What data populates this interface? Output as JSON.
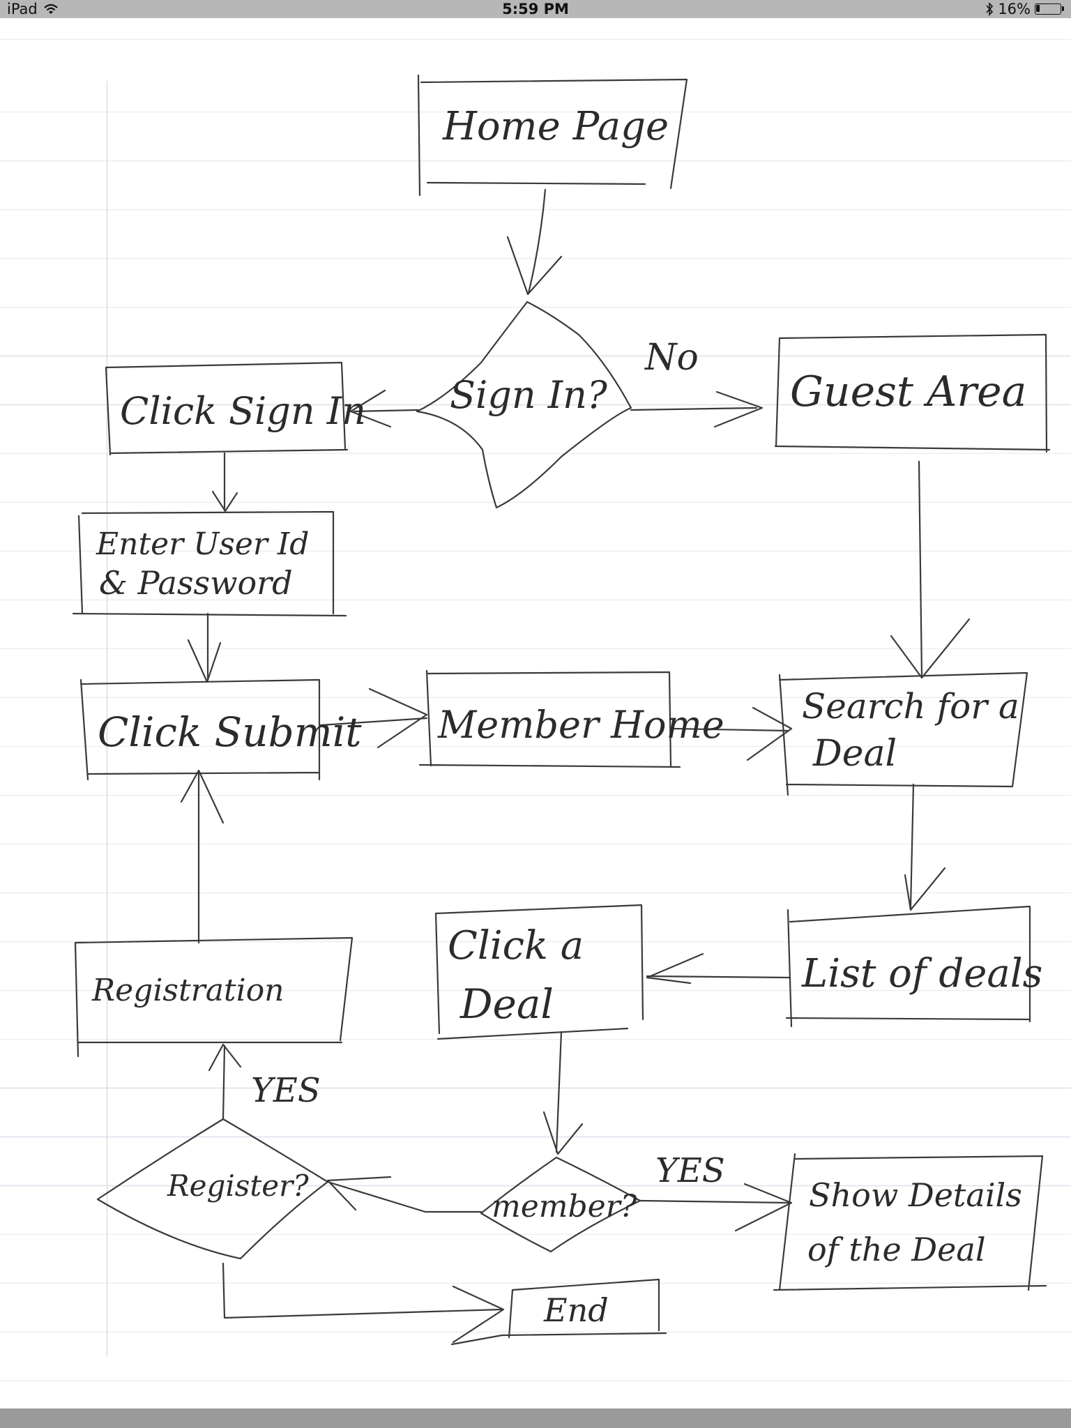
{
  "status_bar": {
    "device": "iPad",
    "time": "5:59 PM",
    "battery": "16%",
    "battery_level": 0.16,
    "icons": [
      "wifi-icon",
      "bluetooth-icon",
      "battery-icon"
    ]
  },
  "diagram": {
    "nodes": {
      "home_page": "Home Page",
      "sign_in": "Sign In?",
      "click_sign_in": "Click Sign In",
      "guest_area": "Guest Area",
      "enter_user_id": [
        "Enter User Id",
        "& Password"
      ],
      "click_submit": "Click Submit",
      "member_home": "Member Home",
      "search_deal": [
        "Search for a",
        "Deal"
      ],
      "list_deals": "List of deals",
      "click_deal": [
        "Click a",
        "Deal"
      ],
      "registration": "Registration",
      "register": "Register?",
      "member": "member?",
      "show_details": [
        "Show Details",
        "of the Deal"
      ],
      "end": "End"
    },
    "edge_labels": {
      "no": "No",
      "yes_register": "YES",
      "yes_member": "YES"
    }
  }
}
